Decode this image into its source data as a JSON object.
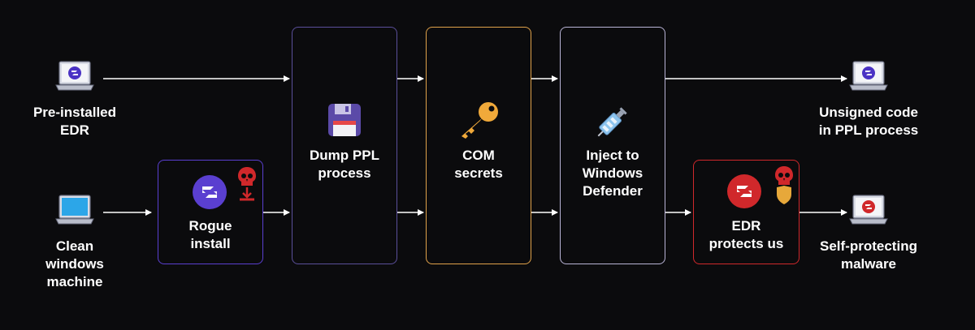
{
  "nodes": {
    "preinstalled_edr": {
      "label": "Pre-installed\nEDR"
    },
    "clean_machine": {
      "label": "Clean\nwindows\nmachine"
    },
    "rogue_install": {
      "label": "Rogue\ninstall",
      "border_color": "#5a3fd0"
    },
    "dump_ppl": {
      "label": "Dump PPL\nprocess",
      "border_color": "#5b4f9a"
    },
    "com_secrets": {
      "label": "COM\nsecrets",
      "border_color": "#e0a24a"
    },
    "inject_defender": {
      "label": "Inject to\nWindows\nDefender",
      "border_color": "#b9b4d6"
    },
    "edr_protects": {
      "label": "EDR\nprotects us",
      "border_color": "#d0282b"
    },
    "unsigned_code": {
      "label": "Unsigned code\nin PPL process"
    },
    "self_protecting": {
      "label": "Self-protecting\nmalware"
    }
  },
  "icons": {
    "laptop_edr": "laptop-with-edr-logo-icon",
    "laptop_clean": "laptop-clean-icon",
    "laptop_result_top": "laptop-with-edr-logo-icon",
    "laptop_result_bottom": "laptop-with-red-edr-logo-icon",
    "rogue_logo": "edr-logo-icon",
    "skull_rogue": "skull-icon",
    "download": "download-icon",
    "floppy": "floppy-disk-icon",
    "key": "key-icon",
    "syringe": "syringe-icon",
    "red_logo": "red-edr-logo-icon",
    "skull_edr": "skull-icon",
    "shield": "shield-icon"
  },
  "colors": {
    "background": "#0b0b0d",
    "edr_purple": "#5a3fd0",
    "malicious_red": "#d0282b",
    "key_gold": "#f0a93a",
    "shield_gold": "#e7a83a",
    "syringe_blue": "#8cc4ee"
  }
}
